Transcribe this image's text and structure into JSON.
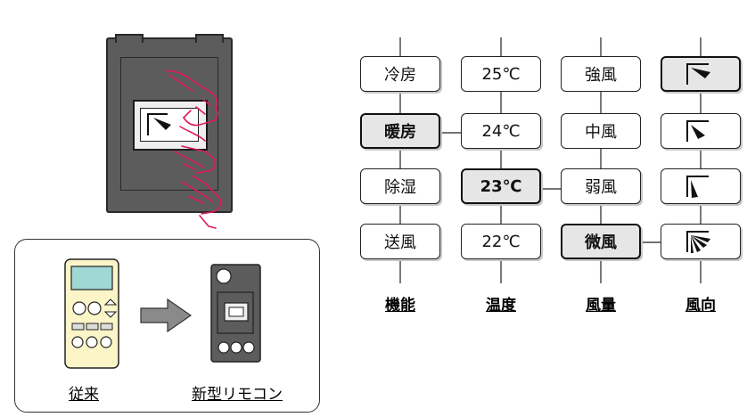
{
  "legacy_label": "従来",
  "new_label": "新型リモコン",
  "columns": [
    {
      "header": "機能",
      "options": [
        "冷房",
        "暖房",
        "除湿",
        "送風"
      ],
      "selected": 1
    },
    {
      "header": "温度",
      "options": [
        "25℃",
        "24℃",
        "23℃",
        "22℃"
      ],
      "selected": 2
    },
    {
      "header": "風量",
      "options": [
        "強風",
        "中風",
        "弱風",
        "微風"
      ],
      "selected": 3
    },
    {
      "header": "風向",
      "options": [
        "",
        "",
        "",
        ""
      ],
      "selected": 0
    }
  ],
  "colors": {
    "hand": "#e0195f",
    "device": "#5c5c5c",
    "remote_body": "#fbf5c8"
  }
}
